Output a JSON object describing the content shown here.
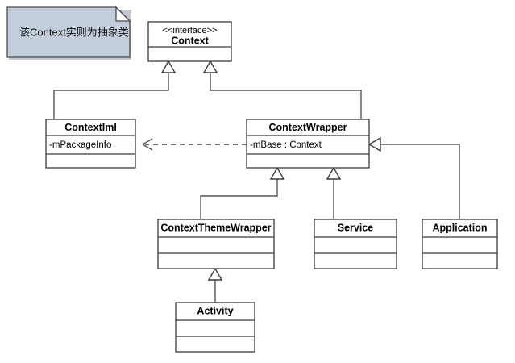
{
  "diagram": {
    "type": "uml-class-diagram",
    "title": "Android Context class hierarchy",
    "background_color": "#ffffff",
    "line_color": "#3a3a3a"
  },
  "note": {
    "text": "该Context实则为抽象类",
    "fill_color": "#c3cedd",
    "border_color": "#4a4a4a"
  },
  "classes": [
    {
      "id": "context",
      "stereotype": "<<interface>>",
      "name": "Context",
      "attributes": [],
      "compartments": 2
    },
    {
      "id": "contextiml",
      "stereotype": "",
      "name": "ContextIml",
      "attributes": [
        "-mPackageInfo"
      ],
      "compartments": 3
    },
    {
      "id": "contextwrapper",
      "stereotype": "",
      "name": "ContextWrapper",
      "attributes": [
        "-mBase : Context"
      ],
      "compartments": 3
    },
    {
      "id": "contextthemewrapper",
      "stereotype": "",
      "name": "ContextThemeWrapper",
      "attributes": [],
      "compartments": 3
    },
    {
      "id": "service",
      "stereotype": "",
      "name": "Service",
      "attributes": [],
      "compartments": 3
    },
    {
      "id": "application",
      "stereotype": "",
      "name": "Application",
      "attributes": [],
      "compartments": 3
    },
    {
      "id": "activity",
      "stereotype": "",
      "name": "Activity",
      "attributes": [],
      "compartments": 3
    }
  ],
  "relationships": [
    {
      "from": "ContextIml",
      "to": "Context",
      "type": "realization-generalization"
    },
    {
      "from": "ContextWrapper",
      "to": "Context",
      "type": "realization-generalization"
    },
    {
      "from": "ContextWrapper",
      "to": "ContextIml",
      "type": "dependency"
    },
    {
      "from": "ContextThemeWrapper",
      "to": "ContextWrapper",
      "type": "generalization"
    },
    {
      "from": "Service",
      "to": "ContextWrapper",
      "type": "generalization"
    },
    {
      "from": "Application",
      "to": "ContextWrapper",
      "type": "generalization"
    },
    {
      "from": "Activity",
      "to": "ContextThemeWrapper",
      "type": "generalization"
    }
  ]
}
